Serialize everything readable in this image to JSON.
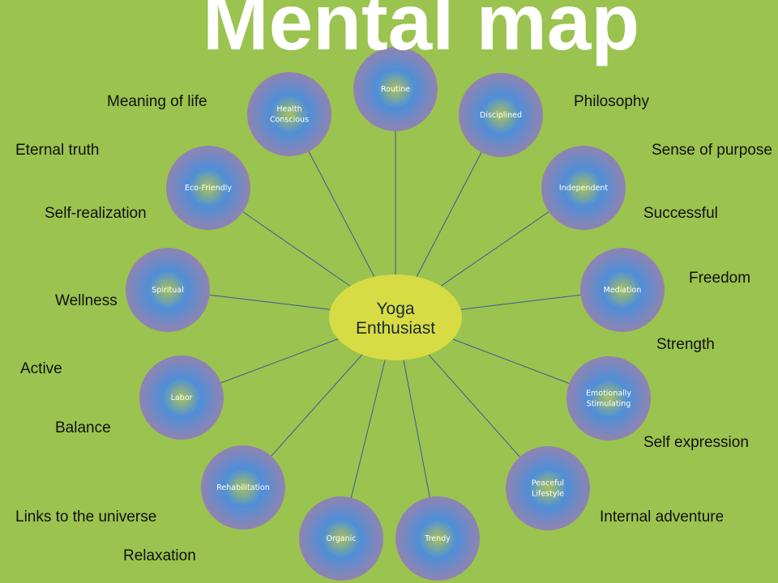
{
  "title": "Mental map",
  "center": {
    "label_line1": "Yoga",
    "label_line2": "Enthusiast"
  },
  "nodes": [
    {
      "lines": [
        "Routine"
      ]
    },
    {
      "lines": [
        "Disciplined"
      ]
    },
    {
      "lines": [
        "Independent"
      ]
    },
    {
      "lines": [
        "Mediation"
      ]
    },
    {
      "lines": [
        "Emotionally",
        "Stimulating"
      ]
    },
    {
      "lines": [
        "Peaceful",
        "Lifestyle"
      ]
    },
    {
      "lines": [
        "Trendy"
      ]
    },
    {
      "lines": [
        "Organic"
      ]
    },
    {
      "lines": [
        "Rehabilitation"
      ]
    },
    {
      "lines": [
        "Labor"
      ]
    },
    {
      "lines": [
        "Spiritual"
      ]
    },
    {
      "lines": [
        "Eco-Friendly"
      ]
    },
    {
      "lines": [
        "Health",
        "Conscious"
      ]
    }
  ],
  "left_labels": {
    "meaning_of_life": "Meaning of life",
    "eternal_truth": "Eternal truth",
    "self_realization": "Self-realization",
    "wellness": "Wellness",
    "active": "Active",
    "balance": "Balance",
    "links_to_universe": "Links to the universe",
    "relaxation": "Relaxation"
  },
  "right_labels": {
    "philosophy": "Philosophy",
    "sense_of_purpose": "Sense of purpose",
    "successful": "Successful",
    "freedom": "Freedom",
    "strength": "Strength",
    "self_expression": "Self expression",
    "internal_adventure": "Internal adventure"
  },
  "colors": {
    "background": "#9bc34f",
    "center_fill": "#d7dc44",
    "node_outer": "#9183b0",
    "node_mid": "#4f8fd8",
    "node_inner": "#a8c25a",
    "connector": "#3a5a9a",
    "title": "#ffffff"
  }
}
